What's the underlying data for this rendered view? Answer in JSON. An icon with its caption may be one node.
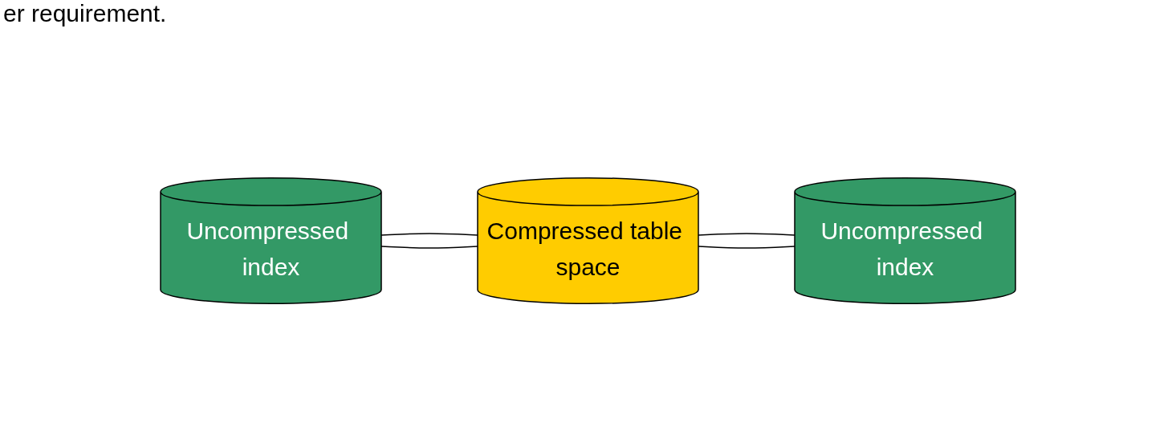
{
  "diagram": {
    "nodes": [
      {
        "text": [
          "Uncompressed index"
        ]
      },
      {
        "text": [
          "Compressed table space"
        ]
      },
      {
        "text": [
          "Uncompressed index"
        ]
      }
    ],
    "edges": [
      {
        "from": 0,
        "to": 1,
        "arrow": "none"
      },
      {
        "from": 0,
        "to": 1,
        "arrow": "none"
      },
      {
        "from": 1,
        "to": 2,
        "arrow": "none"
      },
      {
        "from": 1,
        "to": 2,
        "arrow": "none"
      }
    ],
    "labels": [
      "er requirement."
    ]
  }
}
